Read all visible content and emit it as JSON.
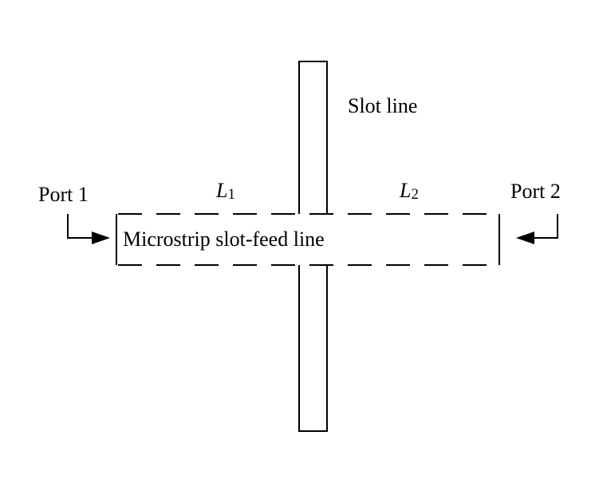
{
  "diagram": {
    "slot_line_label": "Slot line",
    "port1_label": "Port 1",
    "port2_label": "Port 2",
    "feed_line_label": "Microstrip slot-feed line",
    "l1_letter": "L",
    "l1_sub": "1",
    "l2_letter": "L",
    "l2_sub": "2"
  }
}
